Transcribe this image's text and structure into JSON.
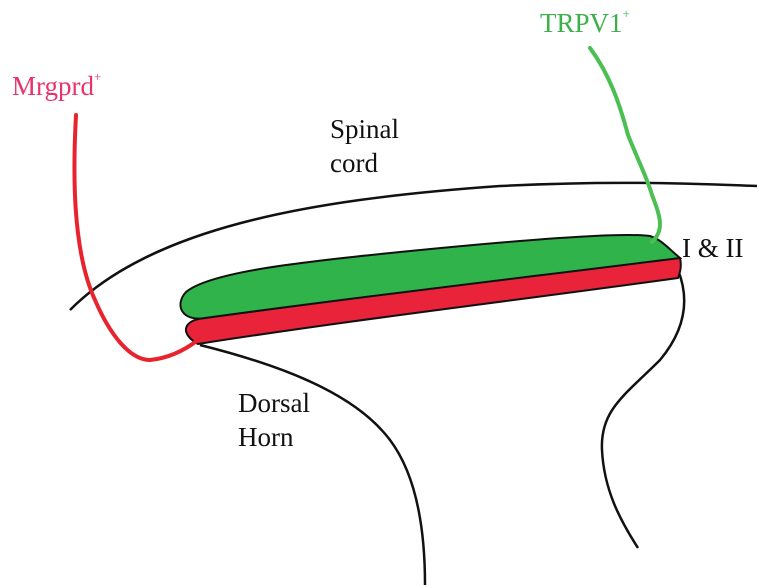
{
  "labels": {
    "mrgprd": "Mrgprd",
    "mrgprd_sup": "+",
    "trpv1": "TRPV1",
    "trpv1_sup": "+",
    "spinal_line1": "Spinal",
    "spinal_line2": "cord",
    "laminae": "I & II",
    "dorsal_line1": "Dorsal",
    "dorsal_line2": "Horn"
  },
  "colors": {
    "mrgprd": "#e8336d",
    "mrgprd_fiber": "#e8232e",
    "trpv1": "#3cb04a",
    "lamina_green": "#2fb34a",
    "lamina_red": "#e8233a",
    "outline": "#111111"
  }
}
